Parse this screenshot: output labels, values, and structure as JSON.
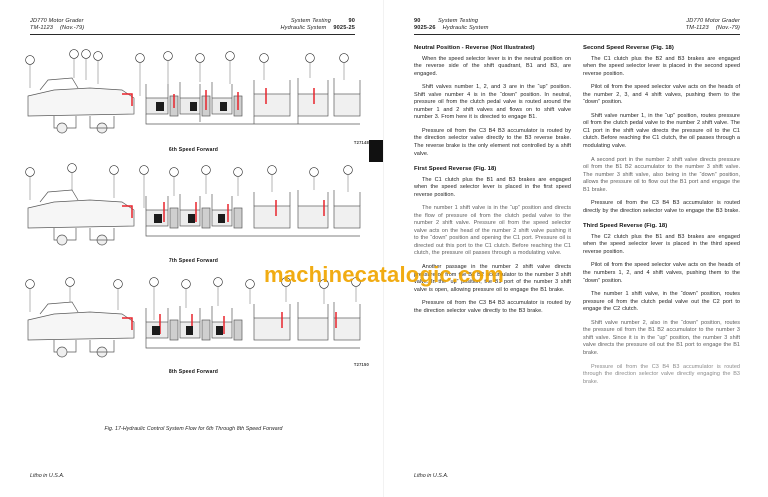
{
  "document": {
    "model": "JD770 Motor Grader",
    "manual": "TM-1123",
    "revision": "(Nov.-79)",
    "section_title": "System Testing",
    "section_subtitle": "Hydraulic System",
    "footer": "Litho in U.S.A.",
    "watermark": "machinecatalogic.com",
    "accent_color": "#e8242c",
    "watermark_color": "#f0a500"
  },
  "left_page": {
    "header": {
      "left_line1": "JD770 Motor Grader",
      "left_line2": "TM-1123",
      "left_line2b": "(Nov.-79)",
      "right_line1": "System  Testing",
      "right_line2": "Hydraulic  System",
      "page_number": "90",
      "section_number": "9025-25"
    },
    "figure": {
      "caption": "Fig. 17-Hydraulic Control System Flow for 6th Through 8th Speed Forward",
      "panels": [
        {
          "label": "6th Speed Forward",
          "code": "T27148"
        },
        {
          "label": "7th Speed Forward",
          "code": ""
        },
        {
          "label": "8th Speed Forward",
          "code": "T27150"
        }
      ],
      "callouts": [
        "A",
        "B",
        "C",
        "D",
        "E",
        "F",
        "G",
        "H",
        "J",
        "K",
        "L",
        "M",
        "N",
        "P",
        "R",
        "S",
        "T",
        "U",
        "V",
        "W"
      ]
    },
    "footer": "Litho in U.S.A."
  },
  "right_page": {
    "header": {
      "page_number": "90",
      "section_number": "9025-26",
      "left_line1": "System  Testing",
      "left_line2": "Hydraulic  System",
      "right_line1": "JD770 Motor Grader",
      "right_line2": "TM-1123",
      "right_line2b": "(Nov.-79)"
    },
    "column_left": {
      "heading1": "Neutral Position - Reverse (Not Illustrated)",
      "p1": "When the speed selector lever is in the neutral position on the reverse side of the shift quadrant, B1 and B3, are engaged.",
      "p2": "Shift valves number 1, 2, and 3 are in the “up” position. Shift valve number 4 is in the “down” position. In neutral, pressure oil from the clutch pedal valve is routed around the number 1 and 2 shift valves and flows on to shift valve number 3. From here it is directed to engage B1.",
      "p3": "Pressure oil from the C3 B4 B3 accumulator is routed by the direction selector valve directly to the B3 reverse brake. The reverse brake is the only element not controlled by a shift valve.",
      "heading2": "First Speed Reverse (Fig. 18)",
      "p4": "The C1 clutch plus the B1 and B3 brakes are engaged when the speed selector lever is placed in the first speed reverse position.",
      "p5": "The number 1 shift valve is in the “up” position and directs the flow of pressure oil from the clutch pedal valve to the number 2 shift valve. Pressure oil from the speed selector valve acts on the head of the number 2 shift valve pushing it to the “down” position and opening the C1 port. Pressure oil is directed out this port to the C1 clutch. Before reaching the C1 clutch, the pressure oil passes through a modulating valve.",
      "p6": "Another passage in the number 2 shift valve directs pressure oil from the B1 B2 accumulator to the number 3 shift valve. In the “up” position, the B1 port of the number 3 shift valve is open, allowing pressure oil to engage the B1 brake.",
      "p7": "Pressure oil from the C3 B4 B3 accumulator is routed by the direction selector valve directly to the B3 brake."
    },
    "column_right": {
      "heading1": "Second Speed Reverse (Fig. 18)",
      "p1": "The C1 clutch plus the B2 and B3 brakes are engaged when the speed selector lever is placed in the second speed reverse position.",
      "p2": "Pilot oil from the speed selector valve acts on the heads of the number 2, 3, and 4 shift valves, pushing them to the “down” position.",
      "p3": "Shift valve number 1, in the “up” position, routes pressure oil from the clutch pedal valve to the number 2 shift valve. The C1 port in the shift valve directs the pressure oil to the C1 clutch. Before reaching the C1 clutch, the oil passes through a modulating valve.",
      "p4": "A second port in the number 2 shift valve directs pressure oil from the B1 B2 accumulator to the number 3 shift valve. The number 3 shift valve, also being in the “down” position, allows the pressure oil to flow out the B1 port and engage the B1 brake.",
      "p5": "Pressure oil from the C3 B4 B3 accumulator is routed directly by the direction selector valve to engage the B3 brake.",
      "heading2": "Third Speed Reverse (Fig. 18)",
      "p6": "The C2 clutch plus the B1 and B3 brakes are engaged when the speed selector lever is placed in the third speed reverse position.",
      "p7": "Pilot oil from the speed selector valve acts on the heads of the numbers 1, 2, and 4 shift valves, pushing them to the “down” position.",
      "p8": "The number 1 shift valve, in the “down” position, routes pressure oil from the clutch pedal valve out the C2 port to engage the C2 clutch.",
      "p9": "Shift valve number 2, also in the “down” position, routes the pressure oil from the B1 B2 accumulator to the number 3 shift valve. Since it is in the “up” position, the number 3 shift valve directs the pressure oil out the B1 port to engage the B1 brake.",
      "p10": "Pressure oil from the C3 B4 B3 accumulator is routed through the direction selector valve directly engaging the B3 brake."
    },
    "footer": "Litho in U.S.A."
  }
}
